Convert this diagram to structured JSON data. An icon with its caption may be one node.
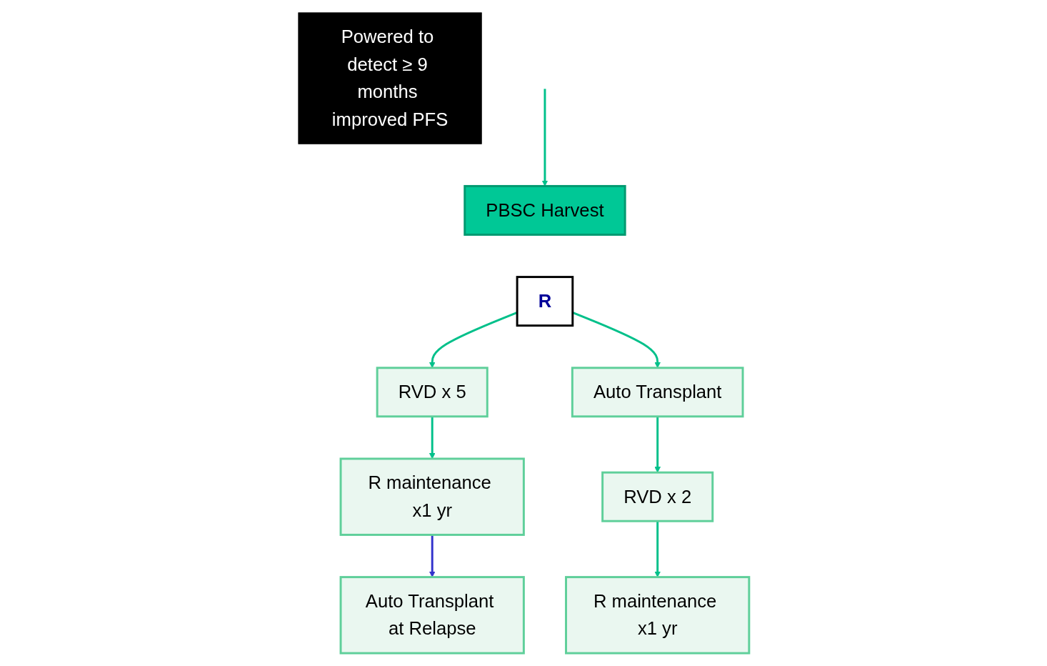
{
  "diagram": {
    "nodes": [
      {
        "text": [
          "PBSC Harvest"
        ]
      },
      {
        "text": [
          "R"
        ]
      },
      {
        "text": [
          "Auto Transplant"
        ]
      },
      {
        "text": [
          "RVD x 5"
        ]
      },
      {
        "text": [
          "RVD x 2"
        ]
      },
      {
        "text": [
          "R maintenance x1 yr"
        ]
      },
      {
        "text": [
          "R maintenance x1 yr"
        ]
      },
      {
        "text": [
          "Auto Transplant at Relapse"
        ]
      },
      {
        "text": [
          "Powered to detect ≥ 9 months improved PFS"
        ]
      }
    ],
    "edges": [
      {
        "from": null,
        "to": 0,
        "arrow": "to"
      },
      {
        "from": 1,
        "to": 3,
        "arrow": "to"
      },
      {
        "from": 1,
        "to": 2,
        "arrow": "to"
      },
      {
        "from": 2,
        "to": 4,
        "arrow": "to"
      },
      {
        "from": 3,
        "to": 5,
        "arrow": "to"
      },
      {
        "from": 4,
        "to": 6,
        "arrow": "to"
      },
      {
        "from": 5,
        "to": 7,
        "arrow": "to",
        "color": "#3333cc"
      }
    ]
  }
}
